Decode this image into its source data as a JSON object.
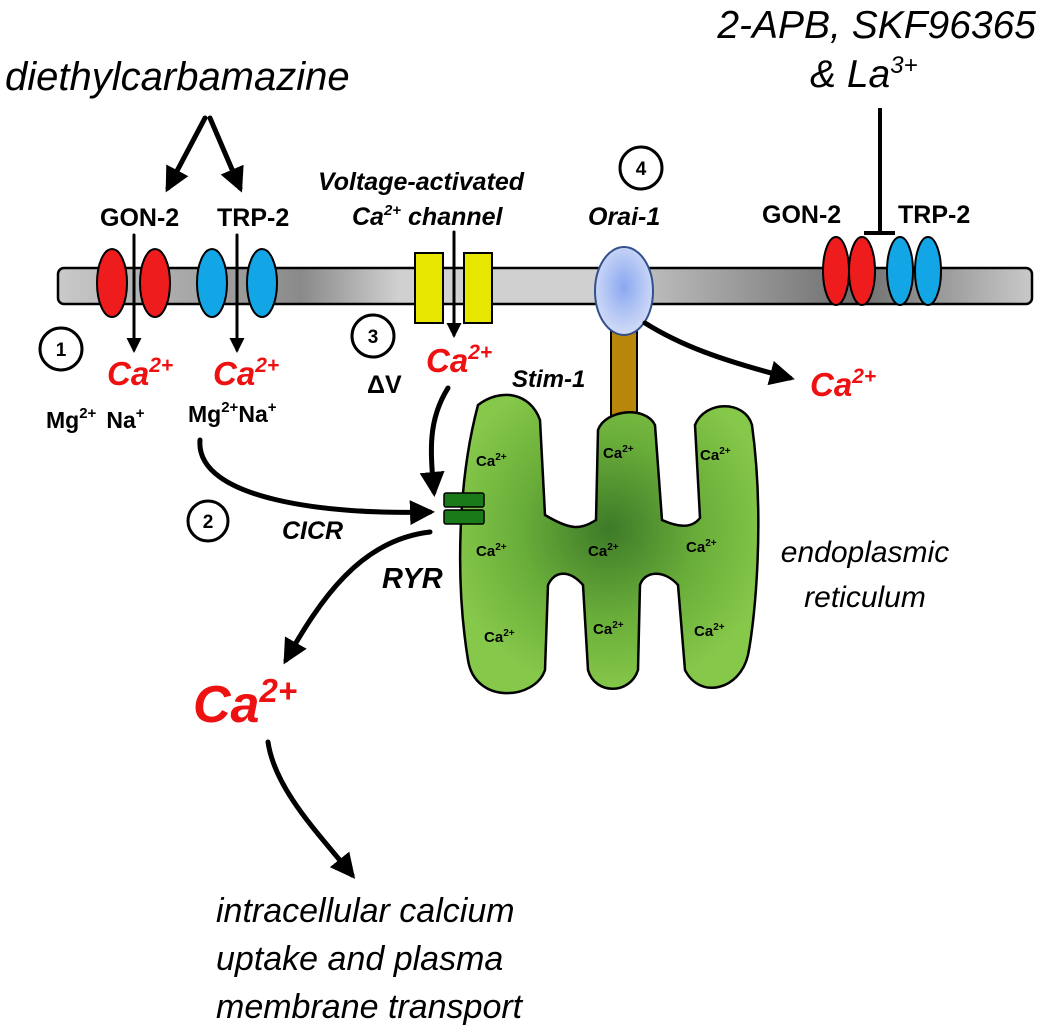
{
  "drugs": {
    "dec": "diethylcarbamazine",
    "blockers_line1": "2-APB, SKF96365",
    "blockers_line2_prefix": "& La",
    "blockers_line2_sup": "3+"
  },
  "channels": {
    "gon2_left": "GON-2",
    "trp2_left": "TRP-2",
    "gon2_right": "GON-2",
    "trp2_right": "TRP-2",
    "vac_line1": "Voltage-activated",
    "vac_line2_prefix": "Ca",
    "vac_line2_sup": "2+",
    "vac_line2_suffix": " channel",
    "orai": "Orai-1",
    "stim": "Stim-1",
    "ryr": "RYR"
  },
  "steps": {
    "one": "1",
    "two": "2",
    "three": "3",
    "four": "4"
  },
  "ions": {
    "ca": "Ca",
    "ca_sup": "2+",
    "mg": "Mg",
    "mg_sup": "2+",
    "na": "Na",
    "na_sup": "+",
    "delta_v": "ΔV"
  },
  "labels": {
    "cicr": "CICR",
    "er_line1": "endoplasmic",
    "er_line2": "reticulum",
    "outcome_line1": "intracellular calcium",
    "outcome_line2": "uptake and plasma",
    "outcome_line3": "membrane transport"
  },
  "colors": {
    "gon2": "#ee1c1c",
    "trp2": "#12a6e6",
    "vac": "#e6e600",
    "orai": "#b8c8f0",
    "stim": "#b8860b",
    "er": "#7cc242",
    "ryr": "#1a7a1a",
    "calcium_text": "#ee1111",
    "membrane": "#c8c8c8"
  }
}
